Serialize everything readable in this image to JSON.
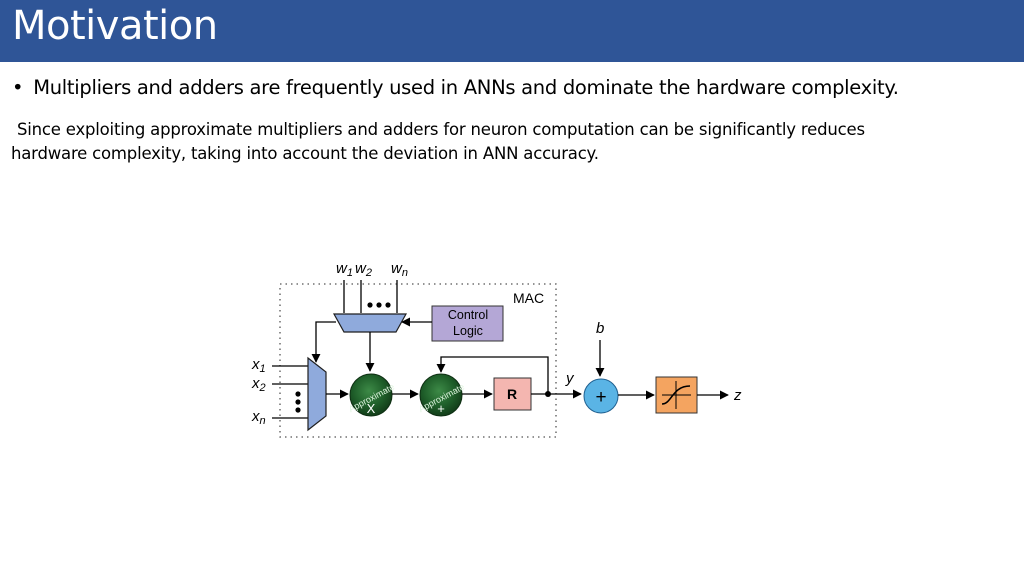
{
  "slide": {
    "title": "Motivation",
    "bullet": "Multipliers and adders are  frequently used in ANNs and dominate the hardware complexity.",
    "paragraph_lines": [
      "Since exploiting approximate multipliers and adders for neuron computation can be significantly reduces",
      "hardware complexity, taking into account the deviation in ANN accuracy."
    ]
  },
  "diagram": {
    "weights": {
      "base": "w",
      "subs": [
        "1",
        "2",
        "n"
      ]
    },
    "inputs": {
      "base": "x",
      "subs": [
        "1",
        "2",
        "n"
      ]
    },
    "mac_label": "MAC",
    "control_logic": [
      "Control",
      "Logic"
    ],
    "approx_label": "Approximate",
    "multiplier_symbol": "X",
    "adder_symbol": "+",
    "register_label": "R",
    "bias_label": "b",
    "mac_output_label": "y",
    "sum_symbol": "+",
    "output_label": "z",
    "colors": {
      "title_bar": "#2f5597",
      "mux": "#8faadc",
      "control_logic": "#b4a7d6",
      "register": "#f4b6b0",
      "approx_unit": "#1f5f2a",
      "sum_node": "#5ab4e5",
      "activation": "#f4a460"
    },
    "icons": [
      "sigmoid-icon",
      "ellipsis-dots"
    ]
  }
}
